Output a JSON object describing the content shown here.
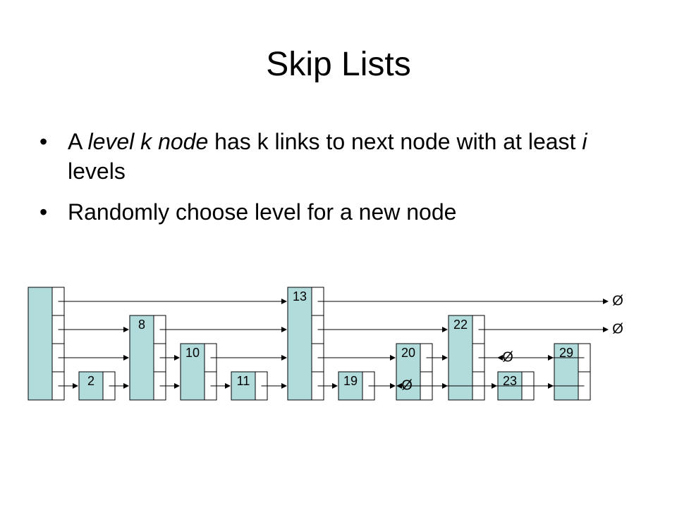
{
  "slide": {
    "title": "Skip Lists",
    "bullets": [
      {
        "parts": [
          {
            "text": "A ",
            "italic": false
          },
          {
            "text": "level k node",
            "italic": true
          },
          {
            "text": " has k links to next node with at least ",
            "italic": false
          },
          {
            "text": "i",
            "italic": true
          },
          {
            "text": " levels",
            "italic": false
          }
        ]
      },
      {
        "parts": [
          {
            "text": "Randomly choose level for a new node",
            "italic": false
          }
        ]
      }
    ],
    "bullet_symbol": "•"
  },
  "skip_list": {
    "node_fill": "#b2dcdc",
    "stroke": "#000000",
    "null_symbol": "Ø",
    "nodes": [
      {
        "key": "",
        "level": 4
      },
      {
        "key": "2",
        "level": 1
      },
      {
        "key": "8",
        "level": 3
      },
      {
        "key": "10",
        "level": 2
      },
      {
        "key": "11",
        "level": 1
      },
      {
        "key": "13",
        "level": 4
      },
      {
        "key": "19",
        "level": 1
      },
      {
        "key": "20",
        "level": 2
      },
      {
        "key": "22",
        "level": 3
      },
      {
        "key": "23",
        "level": 1
      },
      {
        "key": "29",
        "level": 2
      }
    ]
  }
}
